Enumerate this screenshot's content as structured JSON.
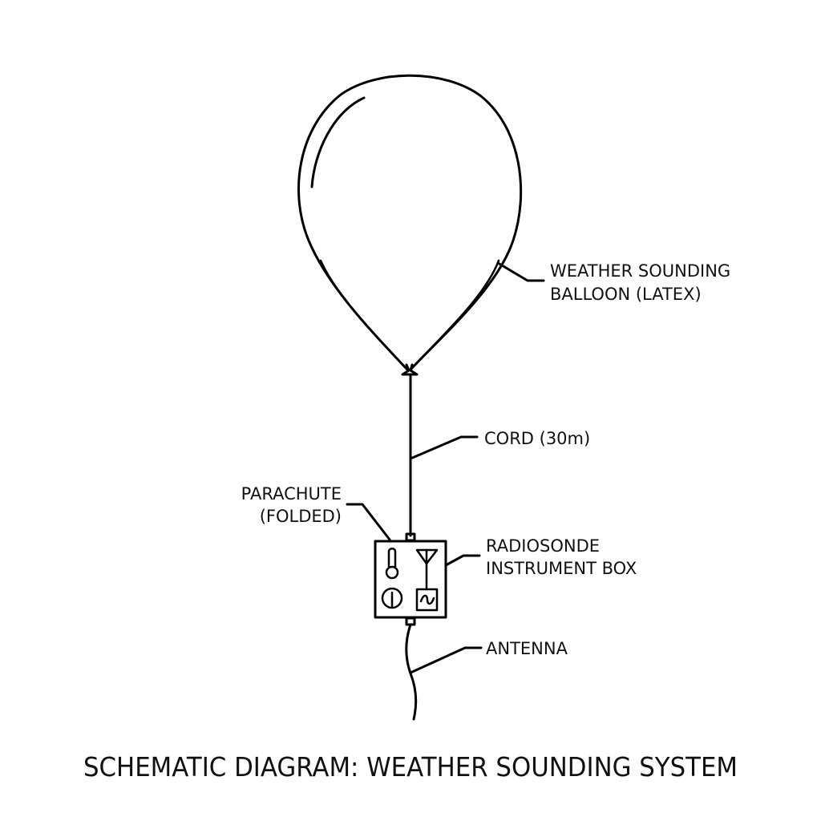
{
  "diagram": {
    "title": "SCHEMATIC DIAGRAM: WEATHER SOUNDING SYSTEM",
    "labels": {
      "balloon_line1": "WEATHER SOUNDING",
      "balloon_line2": "BALLOON (LATEX)",
      "cord": "CORD (30m)",
      "parachute_line1": "PARACHUTE",
      "parachute_line2": "(FOLDED)",
      "radiosonde_line1": "RADIOSONDE",
      "radiosonde_line2": "INSTRUMENT BOX",
      "antenna": "ANTENNA"
    },
    "components": [
      {
        "id": "balloon",
        "name": "Weather sounding balloon (latex)"
      },
      {
        "id": "cord",
        "name": "Cord",
        "length": "30m"
      },
      {
        "id": "parachute",
        "name": "Parachute (folded)"
      },
      {
        "id": "radiosonde",
        "name": "Radiosonde instrument box",
        "icons": [
          "thermometer-icon",
          "antenna-icon",
          "gauge-icon",
          "signal-wave-icon"
        ]
      },
      {
        "id": "antenna",
        "name": "Antenna"
      }
    ],
    "colors": {
      "line": "#000000",
      "background": "#ffffff",
      "text": "#111111"
    }
  }
}
